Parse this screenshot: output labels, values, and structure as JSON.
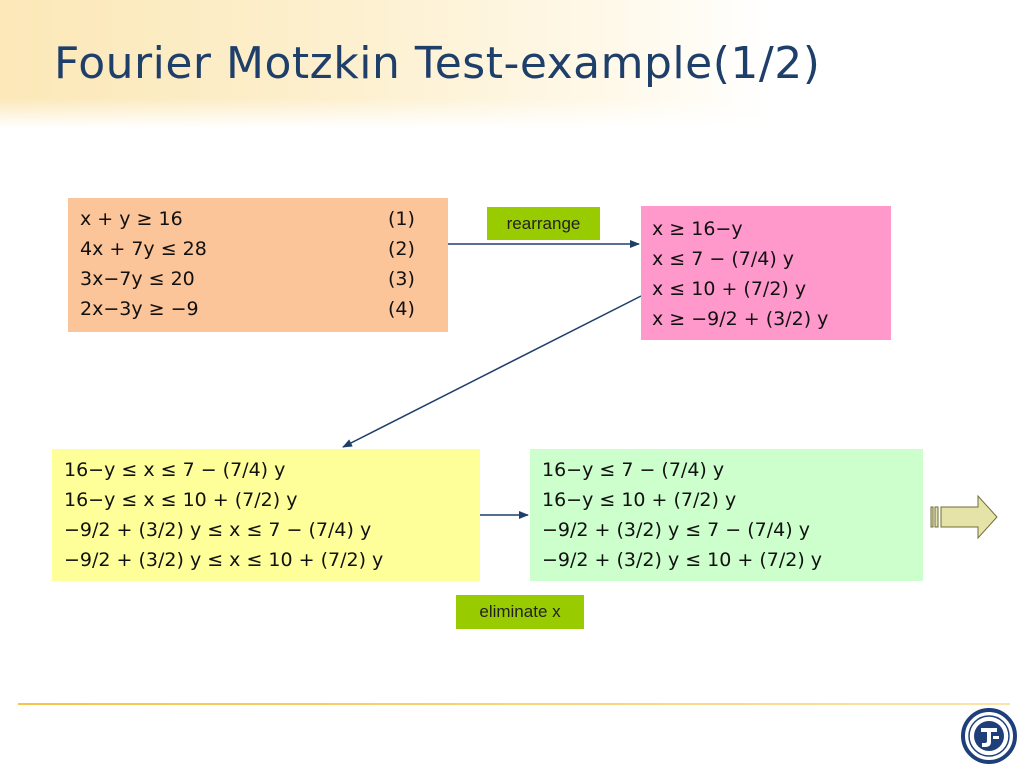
{
  "slide": {
    "title": "Fourier Motzkin Test-example(1/2)"
  },
  "original_box": {
    "rows": [
      {
        "eq": "x + y ≥ 16",
        "num": "(1)"
      },
      {
        "eq": "4x + 7y ≤ 28",
        "num": "(2)"
      },
      {
        "eq": "3x−7y ≤ 20",
        "num": "(3)"
      },
      {
        "eq": "2x−3y ≥ −9",
        "num": "(4)"
      }
    ]
  },
  "rearranged_box": {
    "lines": [
      "x ≥ 16−y",
      "x ≤ 7 − (7/4) y",
      "x ≤ 10 + (7/2) y",
      "x ≥ −9/2 + (3/2) y"
    ]
  },
  "bounds_box": {
    "lines": [
      "16−y ≤ x ≤ 7 − (7/4) y",
      "16−y ≤ x ≤ 10 + (7/2) y",
      "−9/2 + (3/2) y ≤ x ≤ 7 − (7/4) y",
      "−9/2 + (3/2) y ≤ x ≤ 10 + (7/2) y"
    ]
  },
  "eliminated_box": {
    "lines": [
      "16−y ≤ 7 − (7/4) y",
      "16−y ≤ 10 + (7/2) y",
      "−9/2 + (3/2) y ≤ 7 − (7/4) y",
      "−9/2 + (3/2) y ≤ 10 + (7/2) y"
    ]
  },
  "tags": {
    "rearrange": "rearrange",
    "eliminate": "eliminate x"
  },
  "colors": {
    "title_text": "#1f3f6b",
    "original_box": "#fbc499",
    "rearranged_box": "#ff99cc",
    "bounds_box": "#ffff99",
    "eliminated_box": "#ccffcc",
    "tag": "#99cc00",
    "arrow": "#1f3f6b",
    "next_arrow_fill": "#e5e3a8",
    "footer_line": "#f5c54a"
  },
  "icons": {
    "next_arrow": "block-right-arrow-icon",
    "logo": "university-seal-icon"
  }
}
